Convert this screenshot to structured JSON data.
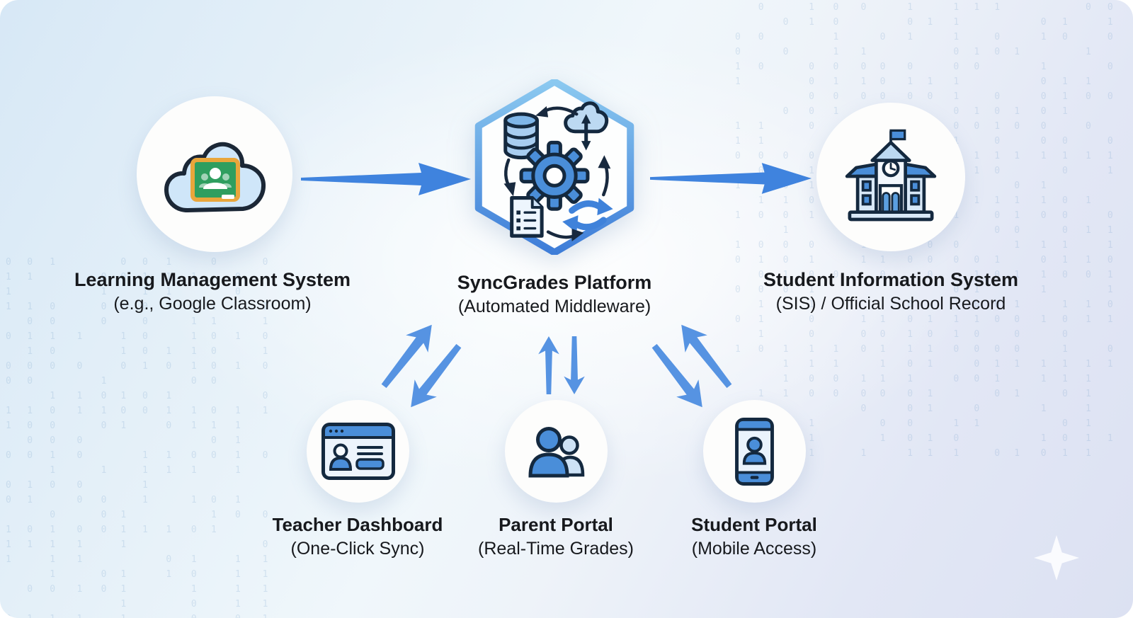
{
  "diagram": {
    "title_note": "SyncGrades integration diagram",
    "nodes": {
      "lms": {
        "title": "Learning Management System",
        "subtitle": "(e.g., Google Classroom)",
        "icon": "cloud-google-classroom-icon"
      },
      "platform": {
        "title": "SyncGrades Platform",
        "subtitle": "(Automated Middleware)",
        "icon": "automation-cycle-hexagon-icon"
      },
      "sis": {
        "title": "Student Information System",
        "subtitle": "(SIS) / Official School Record",
        "icon": "school-building-icon"
      },
      "teacher": {
        "title": "Teacher Dashboard",
        "subtitle": "(One-Click Sync)",
        "icon": "browser-window-profile-icon"
      },
      "parent": {
        "title": "Parent Portal",
        "subtitle": "(Real-Time Grades)",
        "icon": "two-people-icon"
      },
      "student": {
        "title": "Student Portal",
        "subtitle": "(Mobile Access)",
        "icon": "smartphone-profile-icon"
      }
    },
    "connections": [
      {
        "from": "lms",
        "to": "platform",
        "style": "single-arrow-right"
      },
      {
        "from": "platform",
        "to": "sis",
        "style": "single-arrow-right"
      },
      {
        "from": "platform",
        "to": "teacher",
        "style": "bidirectional-diagonal"
      },
      {
        "from": "platform",
        "to": "parent",
        "style": "bidirectional-vertical"
      },
      {
        "from": "platform",
        "to": "student",
        "style": "bidirectional-diagonal"
      }
    ],
    "colors": {
      "arrow_main": "#3f83de",
      "arrow_pair": "#5693e2",
      "hex_border_top": "#8bc9f0",
      "hex_border_bottom": "#3e7dd8",
      "icon_primary": "#4a8ed9",
      "icon_outline": "#14293f",
      "classroom_green": "#2f9e5f",
      "classroom_amber": "#e9a63b",
      "text": "#17191d"
    },
    "binary_texture": {
      "chars": "01"
    }
  }
}
